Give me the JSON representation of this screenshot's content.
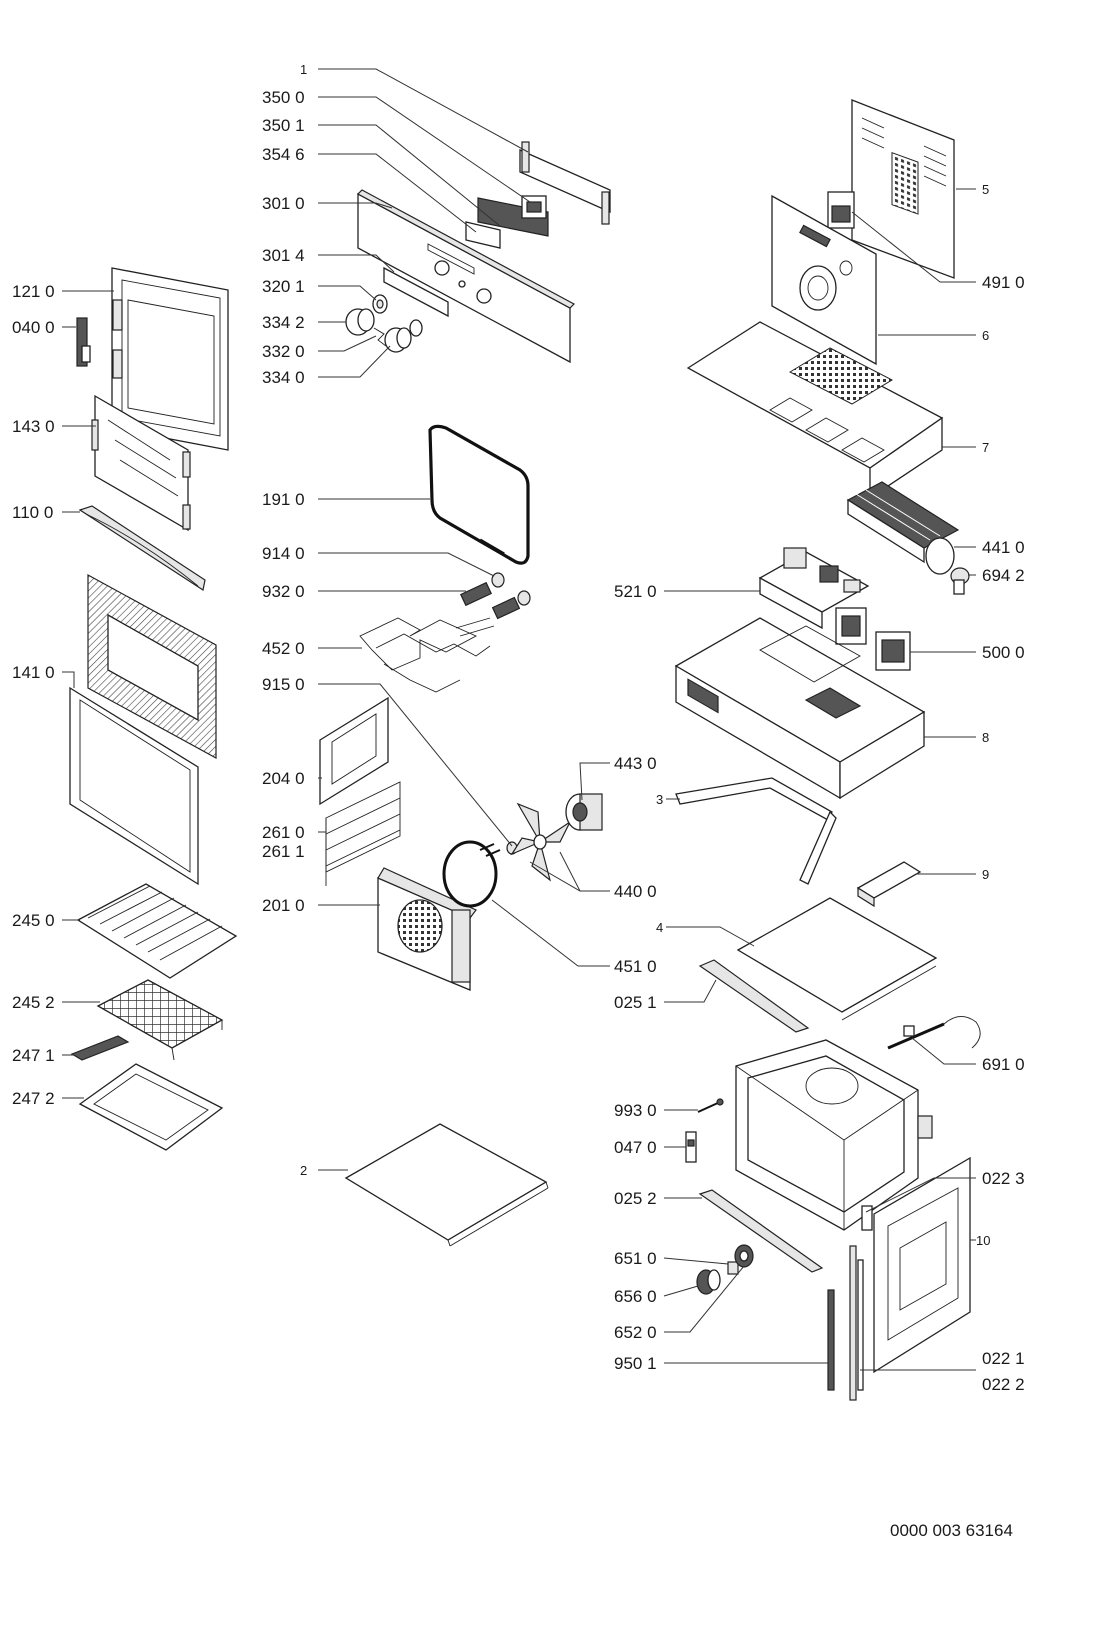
{
  "labels": {
    "l1": "1",
    "l3500": "350 0",
    "l3501": "350 1",
    "l3546": "354 6",
    "l3010": "301 0",
    "l3014": "301 4",
    "l3201": "320 1",
    "l3342": "334 2",
    "l3320": "332 0",
    "l3340": "334 0",
    "l1210": "121 0",
    "l0400": "040 0",
    "l1430": "143 0",
    "l1100": "110 0",
    "l1410": "141 0",
    "l1910": "191 0",
    "l9140": "914 0",
    "l9320": "932 0",
    "l4520": "452 0",
    "l9150": "915 0",
    "l2040": "204 0",
    "l2610": "261 0",
    "l2611": "261 1",
    "l2010": "201 0",
    "l2450": "245 0",
    "l2452": "245 2",
    "l2471": "247 1",
    "l2472": "247 2",
    "l2": "2",
    "l5": "5",
    "l4910": "491 0",
    "l6": "6",
    "l7": "7",
    "l4410": "441 0",
    "l6942": "694 2",
    "l5210": "521 0",
    "l5000": "500 0",
    "l8": "8",
    "l4430": "443 0",
    "l3": "3",
    "l4400": "440 0",
    "l9": "9",
    "l4": "4",
    "l4510": "451 0",
    "l0251": "025 1",
    "l6910": "691 0",
    "l9930": "993 0",
    "l0470": "047 0",
    "l0252": "025 2",
    "l0223": "022 3",
    "l10": "10",
    "l6510": "651 0",
    "l6560": "656 0",
    "l6520": "652 0",
    "l9501": "950 1",
    "l0221": "022 1",
    "l0222": "022 2"
  },
  "document_number": "0000 003 63164"
}
